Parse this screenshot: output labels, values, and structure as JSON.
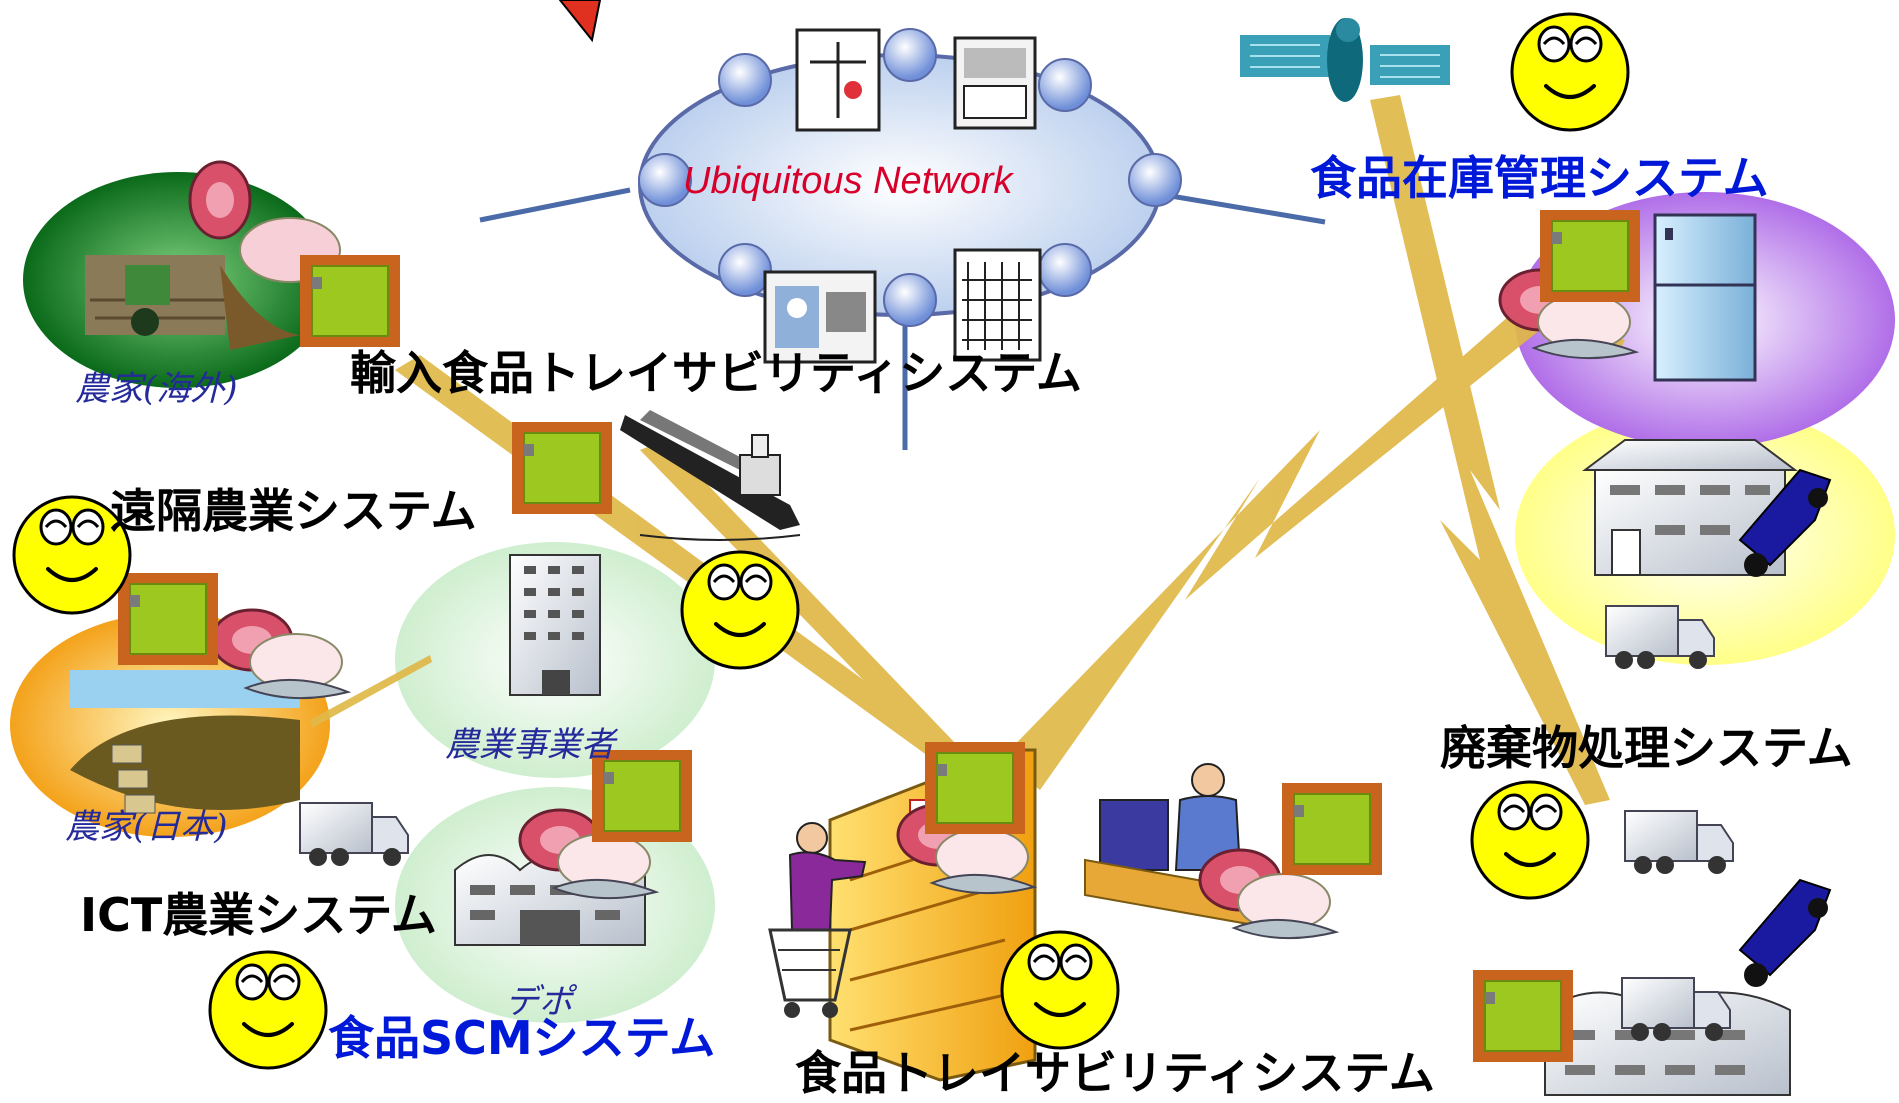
{
  "network": {
    "label": "Ubiquitous Network"
  },
  "systems": {
    "import_traceability": "輸入食品トレイサビリティシステム",
    "remote_farming": "遠隔農業システム",
    "ict_farming": "ICT農業システム",
    "food_scm": "食品SCMシステム",
    "food_traceability": "食品トレイサビリティシステム",
    "food_inventory": "食品在庫管理システム",
    "waste_processing": "廃棄物処理システム"
  },
  "places": {
    "farmer_overseas": "農家(海外)",
    "farmer_japan": "農家(日本)",
    "agri_business": "農業事業者",
    "depot": "デポ"
  },
  "colors": {
    "system_black": "#000000",
    "system_blue": "#0018d8",
    "place_label": "#242a9a",
    "network_label": "#d8002a",
    "lightning": "#e0b848",
    "network_line": "#4a6aa8",
    "smiley": "#ffff00",
    "tag_outer": "#c8641e",
    "tag_inner": "#9cc820"
  }
}
